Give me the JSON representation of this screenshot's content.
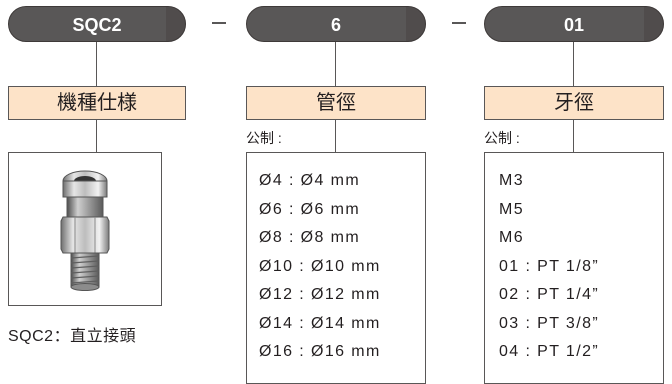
{
  "model_code": {
    "series": "SQC2",
    "tube": "6",
    "thread": "01",
    "separator": "—"
  },
  "columns": {
    "model": {
      "header": "機種仕様",
      "product_icon": "straight-connector-fitting-icon",
      "caption": "SQC2：直立接頭"
    },
    "tube": {
      "header": "管徑",
      "note": "公制 :",
      "options": [
        "Ø4 : Ø4 mm",
        "Ø6 : Ø6 mm",
        "Ø8 : Ø8 mm",
        "Ø10 : Ø10 mm",
        "Ø12 : Ø12 mm",
        "Ø14 : Ø14 mm",
        "Ø16 : Ø16 mm"
      ]
    },
    "thread": {
      "header": "牙徑",
      "note": "公制 :",
      "options": [
        "M3",
        "M5",
        "M6",
        "01 : PT 1/8”",
        "02 : PT 1/4”",
        "03 : PT 3/8”",
        "04 : PT 1/2”"
      ]
    }
  },
  "colors": {
    "pill": "#595757",
    "label_fill": "#fde3c8",
    "line": "#595757",
    "text": "#231f20"
  }
}
